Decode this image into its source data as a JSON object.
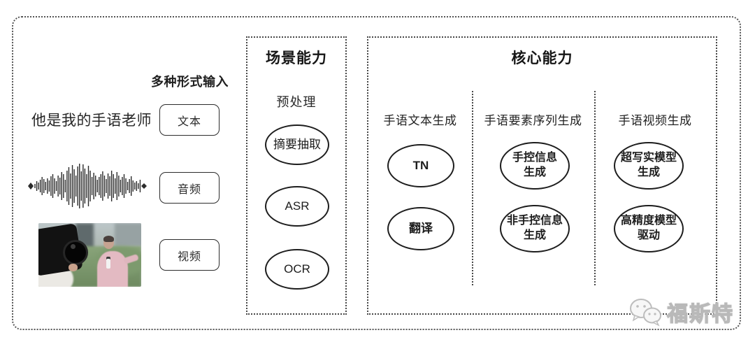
{
  "input_section": {
    "title": "多种形式输入",
    "sentence": "他是我的手语老师",
    "items": [
      {
        "label": "文本"
      },
      {
        "label": "音频"
      },
      {
        "label": "视频"
      }
    ],
    "waveform_icon": "audio-waveform-icon",
    "photo_icon": "interview-video-thumbnail"
  },
  "scene_box": {
    "title": "场景能力",
    "subtitle": "预处理",
    "nodes": [
      {
        "label": "摘要抽取"
      },
      {
        "label": "ASR"
      },
      {
        "label": "OCR"
      }
    ]
  },
  "core_box": {
    "title": "核心能力",
    "columns": [
      {
        "header": "手语文本生成",
        "nodes": [
          {
            "label": "TN"
          },
          {
            "label": "翻译"
          }
        ]
      },
      {
        "header": "手语要素序列生成",
        "nodes": [
          {
            "label": "手控信息\n生成"
          },
          {
            "label": "非手控信息\n生成"
          }
        ]
      },
      {
        "header": "手语视频生成",
        "nodes": [
          {
            "label": "超写实模型\n生成"
          },
          {
            "label": "高精度模型\n驱动"
          }
        ]
      }
    ]
  },
  "watermark": {
    "text": "福斯特",
    "icon": "wechat-logo-icon"
  }
}
